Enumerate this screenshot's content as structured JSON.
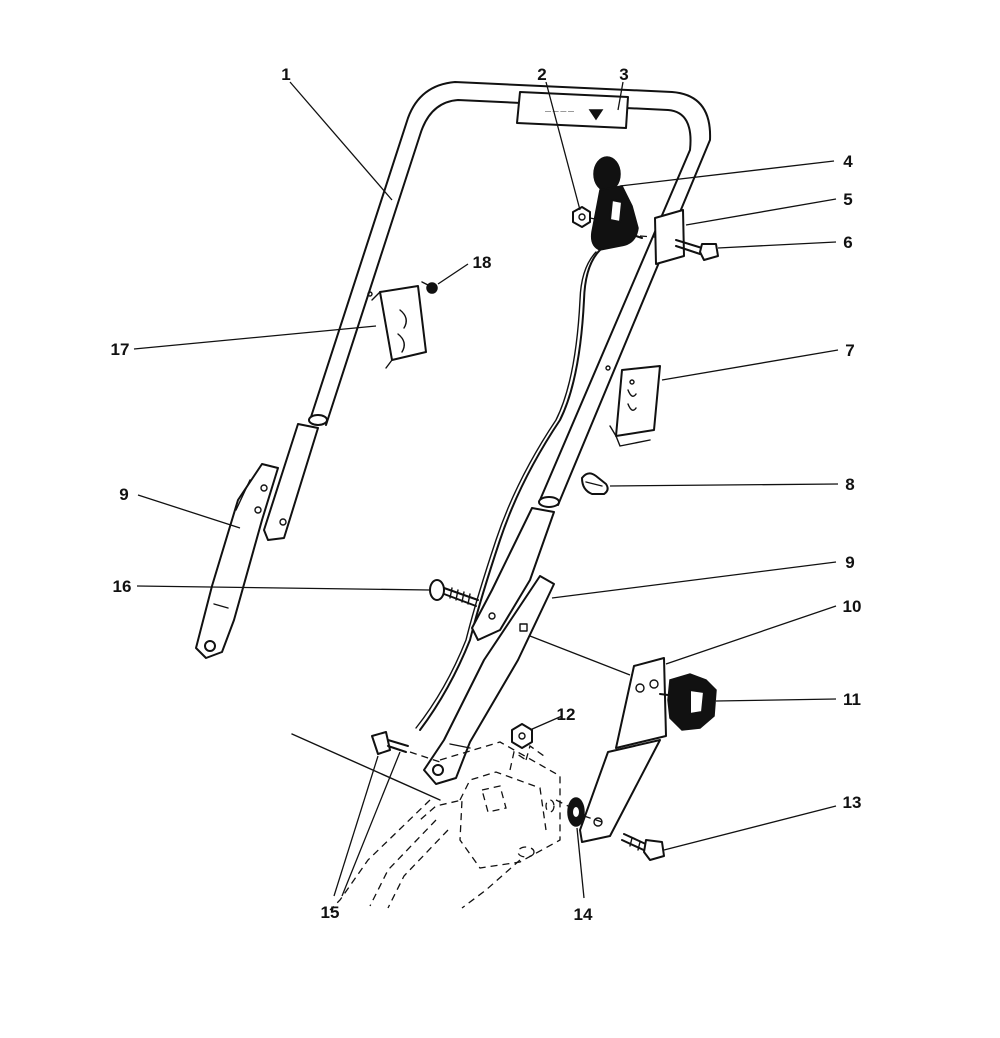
{
  "diagram": {
    "callouts": [
      {
        "id": "c1",
        "label": "1"
      },
      {
        "id": "c2",
        "label": "2"
      },
      {
        "id": "c3",
        "label": "3"
      },
      {
        "id": "c4",
        "label": "4"
      },
      {
        "id": "c5",
        "label": "5"
      },
      {
        "id": "c6",
        "label": "6"
      },
      {
        "id": "c7",
        "label": "7"
      },
      {
        "id": "c8",
        "label": "8"
      },
      {
        "id": "c9a",
        "label": "9"
      },
      {
        "id": "c9b",
        "label": "9"
      },
      {
        "id": "c10",
        "label": "10"
      },
      {
        "id": "c11",
        "label": "11"
      },
      {
        "id": "c12",
        "label": "12"
      },
      {
        "id": "c13",
        "label": "13"
      },
      {
        "id": "c14",
        "label": "14"
      },
      {
        "id": "c15",
        "label": "15"
      },
      {
        "id": "c16",
        "label": "16"
      },
      {
        "id": "c17",
        "label": "17"
      },
      {
        "id": "c18",
        "label": "18"
      }
    ]
  },
  "colors": {
    "ink": "#111111",
    "paper": "#ffffff"
  }
}
